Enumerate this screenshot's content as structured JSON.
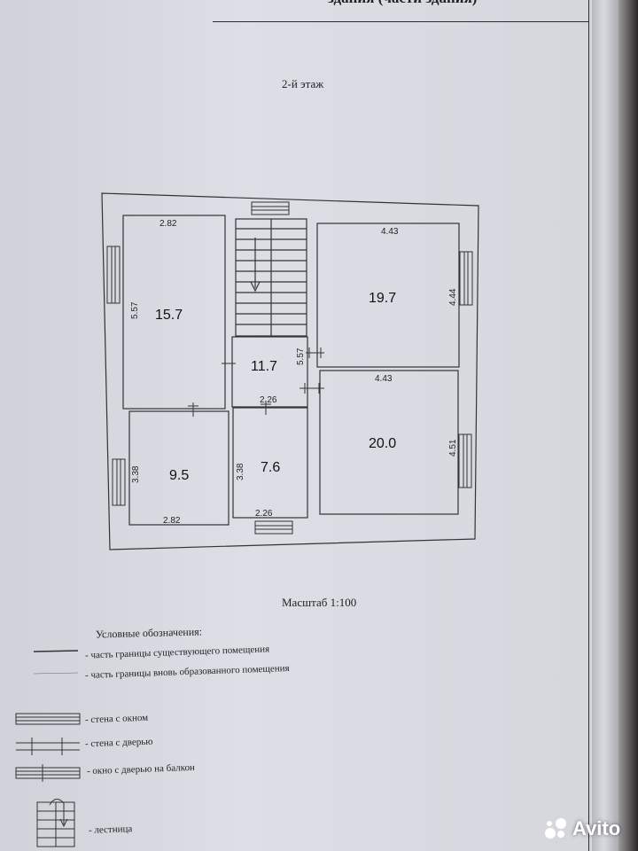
{
  "header": {
    "text": "здания (части здания)"
  },
  "plan": {
    "title": "2-й этаж",
    "scale": "Масштаб 1:100",
    "rooms": [
      {
        "area": "15.7",
        "width": "2.82",
        "height": "5.57"
      },
      {
        "area": "19.7",
        "width": "4.43",
        "height": "4.44"
      },
      {
        "area": "11.7",
        "height": "5.57",
        "width": "2.26"
      },
      {
        "area": "20.0",
        "width": "4.43",
        "height": "4.51"
      },
      {
        "area": "9.5",
        "height": "3.38",
        "width": "2.82"
      },
      {
        "area": "7.6",
        "height": "3.38",
        "width": "2.26"
      }
    ]
  },
  "legend": {
    "title": "Условные обозначения:",
    "items": [
      "- часть границы существующего помещения",
      "- часть границы вновь образованного помещения",
      "- стена с окном",
      "- стена с дверью",
      "- окно с дверью на балкон",
      "- лестница"
    ]
  },
  "watermark": {
    "brand": "Avito"
  },
  "colors": {
    "paper": "#d8dbe2",
    "ink": "#222222"
  }
}
